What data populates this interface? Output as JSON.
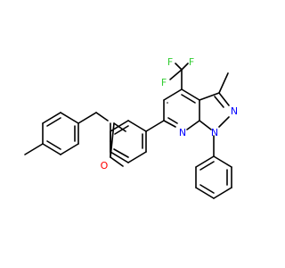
{
  "colors": {
    "background": "#ffffff",
    "bond": "#000000",
    "oxygen": "#ff0000",
    "nitrogen": "#0000ff",
    "fluorine": "#33cc33"
  },
  "atoms": {
    "f_top_left": "F",
    "f_top_right": "F",
    "f_left": "F",
    "nitrogen_pyrazole_upper": "N",
    "nitrogen_pyrazole_lower": "N",
    "nitrogen_pyridine": "N",
    "oxygen_ether": "O"
  }
}
